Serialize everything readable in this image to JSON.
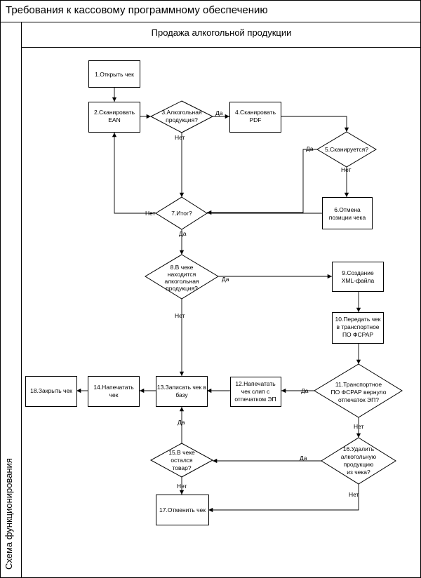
{
  "title": "Требования к кассовому программному обеспечению",
  "lane_title": "Продажа алкогольной продукции",
  "lane_label": "Схема функционирования",
  "nodes": {
    "n1": [
      "1.Открыть чек"
    ],
    "n2": [
      "2.Сканировать",
      "EAN"
    ],
    "n3": [
      "3.Алкогольная",
      "продукция?"
    ],
    "n4": [
      "4.Сканировать",
      "PDF"
    ],
    "n5": [
      "5.Сканируется?"
    ],
    "n6": [
      "6.Отмена",
      "позиции чека"
    ],
    "n7": [
      "7.Итог?"
    ],
    "n8": [
      "8.В чеке",
      "находится",
      "алкогольная",
      "продукция?"
    ],
    "n9": [
      "9.Создание",
      "XML-файла"
    ],
    "n10": [
      "10.Передать чек",
      "в транспортное",
      "ПО ФСРАР"
    ],
    "n11": [
      "11.Транспортное",
      "ПО ФСРАР вернуло",
      "отпечаток ЭП?"
    ],
    "n12": [
      "12.Напечатать",
      "чек слип с",
      "отпечатком ЭП"
    ],
    "n13": [
      "13.Записать чек в",
      "базу"
    ],
    "n14": [
      "14.Напечатать",
      "чек"
    ],
    "n15": [
      "15.В чеке",
      "остался",
      "товар?"
    ],
    "n16": [
      "16.Удалить",
      "алкогольную",
      "продукцию",
      "из чека?"
    ],
    "n17": [
      "17.Отменить чек"
    ],
    "n18": [
      "18.Закрыть чек"
    ]
  },
  "edge_labels": {
    "n3_yes": "Да",
    "n3_no": "Нет",
    "n5_yes": "Да",
    "n5_no": "Нет",
    "n7_no": "Нет",
    "n7_yes": "Да",
    "n8_yes": "Да",
    "n8_no": "Нет",
    "n11_yes": "Да",
    "n11_no": "Нет",
    "n15_yes": "Да",
    "n15_no": "Нет",
    "n16_yes": "Да",
    "n16_no": "Нет"
  }
}
